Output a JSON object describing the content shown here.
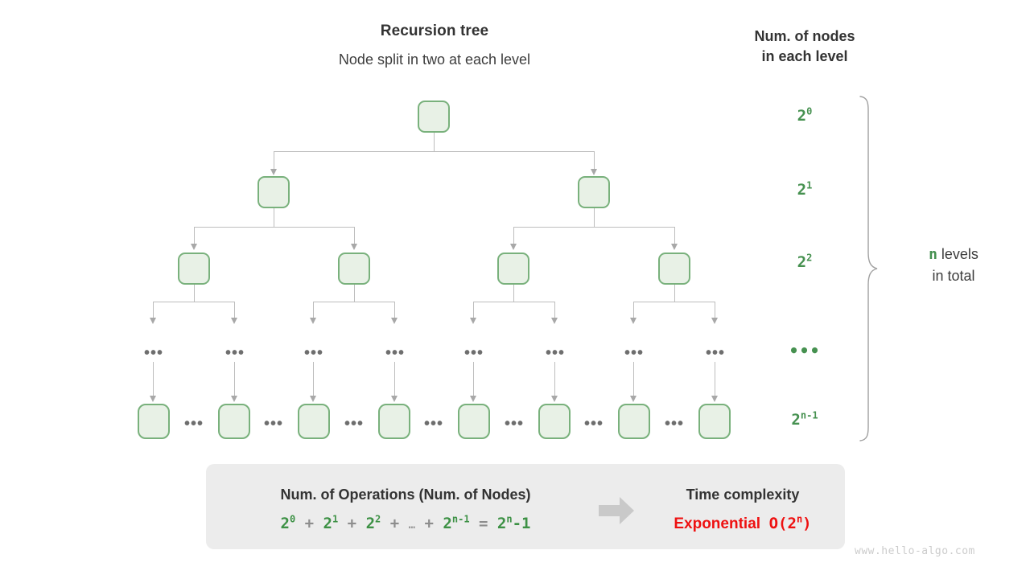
{
  "headings": {
    "title": "Recursion tree",
    "subtitle": "Node split in two at each level",
    "right_line1": "Num. of nodes",
    "right_line2": "in each level"
  },
  "levels": [
    {
      "id": "level-0",
      "label_base": "2",
      "label_exp": "0",
      "node_count": 1
    },
    {
      "id": "level-1",
      "label_base": "2",
      "label_exp": "1",
      "node_count": 2
    },
    {
      "id": "level-2",
      "label_base": "2",
      "label_exp": "2",
      "node_count": 4
    },
    {
      "id": "level-ellipsis",
      "label_base": "•••",
      "label_exp": "",
      "node_count": 8
    },
    {
      "id": "level-last",
      "label_base": "2",
      "label_exp": "n-1",
      "node_count": 8
    }
  ],
  "side_caption": {
    "variable": "n",
    "text_after": " levels",
    "line2": "in total"
  },
  "summary": {
    "left_title": "Num. of Operations (Num. of Nodes)",
    "formula": {
      "terms": [
        "2",
        "2",
        "2",
        "2"
      ],
      "exponents": [
        "0",
        "1",
        "2",
        "n-1"
      ],
      "plus": "+",
      "ellipsis": "…",
      "equals": "=",
      "result_base": "2",
      "result_exp": "n",
      "result_tail": "-1"
    },
    "right_title": "Time complexity",
    "complexity_word": "Exponential",
    "complexity_bigo_prefix": "O(2",
    "complexity_bigo_exp": "n",
    "complexity_bigo_suffix": ")",
    "arrow_icon": "right-arrow-icon"
  },
  "watermark": "www.hello-algo.com",
  "colors": {
    "node_border": "#79b17c",
    "node_fill": "#e8f1e6",
    "green_text": "#469150",
    "connector": "#bdbdbd",
    "panel_bg": "#ececec",
    "red": "#ee1111",
    "watermark": "#cccccc"
  }
}
